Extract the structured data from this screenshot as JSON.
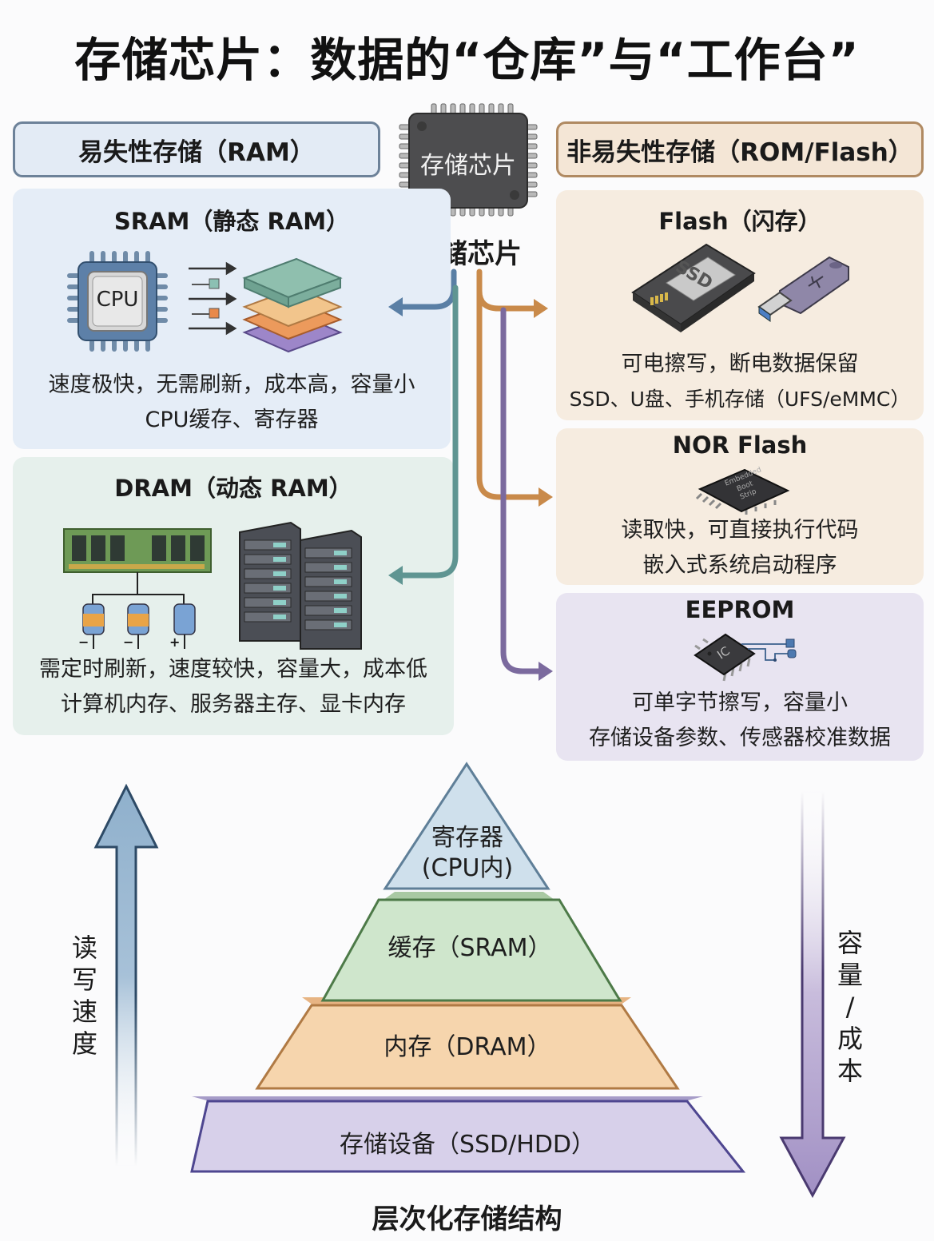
{
  "title": "存储芯片：数据的“仓库”与“工作台”",
  "center_chip": {
    "chip_text": "存储芯片",
    "label": "存储芯片"
  },
  "volatile": {
    "header": "易失性存储（RAM）",
    "sram": {
      "title": "SRAM（静态 RAM）",
      "cpu_label": "CPU",
      "line1": "速度极快，无需刷新，成本高，容量小",
      "line2": "CPU缓存、寄存器"
    },
    "dram": {
      "title": "DRAM（动态 RAM）",
      "cap_signs": [
        "−",
        "−",
        "+"
      ],
      "line1": "需定时刷新，速度较快，容量大，成本低",
      "line2": "计算机内存、服务器主存、显卡内存"
    }
  },
  "nonvolatile": {
    "header": "非易失性存储（ROM/Flash）",
    "flash": {
      "title": "Flash（闪存）",
      "ssd_label": "SSD",
      "line1": "可电擦写，断电数据保留",
      "line2": "SSD、U盘、手机存储（UFS/eMMC）"
    },
    "nor": {
      "title": "NOR Flash",
      "chip_lines": [
        "Embedded",
        "Boot",
        "Strip"
      ],
      "line1": "读取快，可直接执行代码",
      "line2": "嵌入式系统启动程序"
    },
    "eeprom": {
      "title": "EEPROM",
      "chip_label": "IC",
      "line1": "可单字节擦写，容量小",
      "line2": "存储设备参数、传感器校准数据"
    }
  },
  "hierarchy": {
    "caption": "层次化存储结构",
    "levels": [
      {
        "line1": "寄存器",
        "line2": "(CPU内)",
        "color": "#cfe0ec",
        "stroke": "#5f7f98"
      },
      {
        "line1": "缓存（SRAM）",
        "color": "#cfe6cc",
        "stroke": "#4d7a48"
      },
      {
        "line1": "内存（DRAM）",
        "color": "#f6d5ad",
        "stroke": "#b07a44"
      },
      {
        "line1": "存储设备（SSD/HDD）",
        "color": "#d7d0ea",
        "stroke": "#4e4690"
      }
    ],
    "left_axis": {
      "label": [
        "读",
        "写",
        "速",
        "度"
      ],
      "direction": "up"
    },
    "right_axis": {
      "label": [
        "容",
        "量",
        "/",
        "成",
        "本"
      ],
      "direction": "down"
    }
  },
  "colors": {
    "sram_arrow": "#5a7fa5",
    "dram_arrow": "#5f9592",
    "flash_arrow": "#c98a4a",
    "eeprom_arrow": "#7b6a9e"
  }
}
